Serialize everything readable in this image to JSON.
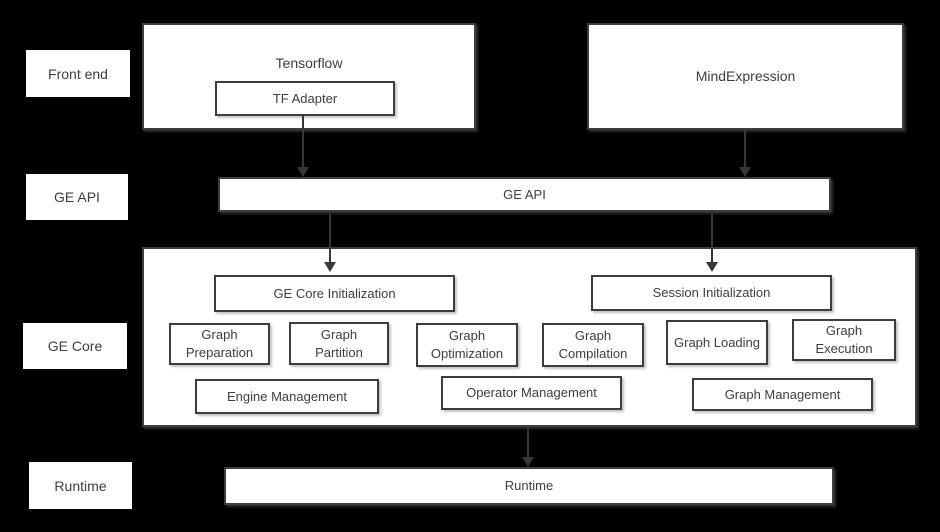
{
  "colors": {
    "background": "#000000",
    "box_fill": "#ffffff",
    "border": "#3d3d3d",
    "text": "#3e3e3e",
    "arrow": "#383838"
  },
  "row_labels": [
    {
      "label": "Front end"
    },
    {
      "label": "GE API"
    },
    {
      "label": "GE Core"
    },
    {
      "label": "Runtime"
    }
  ],
  "front_end": {
    "tensorflow_label": "Tensorflow",
    "tf_adapter_label": "TF Adapter",
    "mind_expression_label": "MindExpression"
  },
  "ge_api": {
    "label": "GE API"
  },
  "ge_core": {
    "init_boxes": [
      "GE Core Initialization",
      "Session Initialization"
    ],
    "stage_boxes": [
      "Graph Preparation",
      "Graph Partition",
      "Graph Optimization",
      "Graph Compilation",
      "Graph Loading",
      "Graph Execution"
    ],
    "management_boxes": [
      "Engine Management",
      "Operator Management",
      "Graph Management"
    ]
  },
  "runtime": {
    "label": "Runtime"
  }
}
